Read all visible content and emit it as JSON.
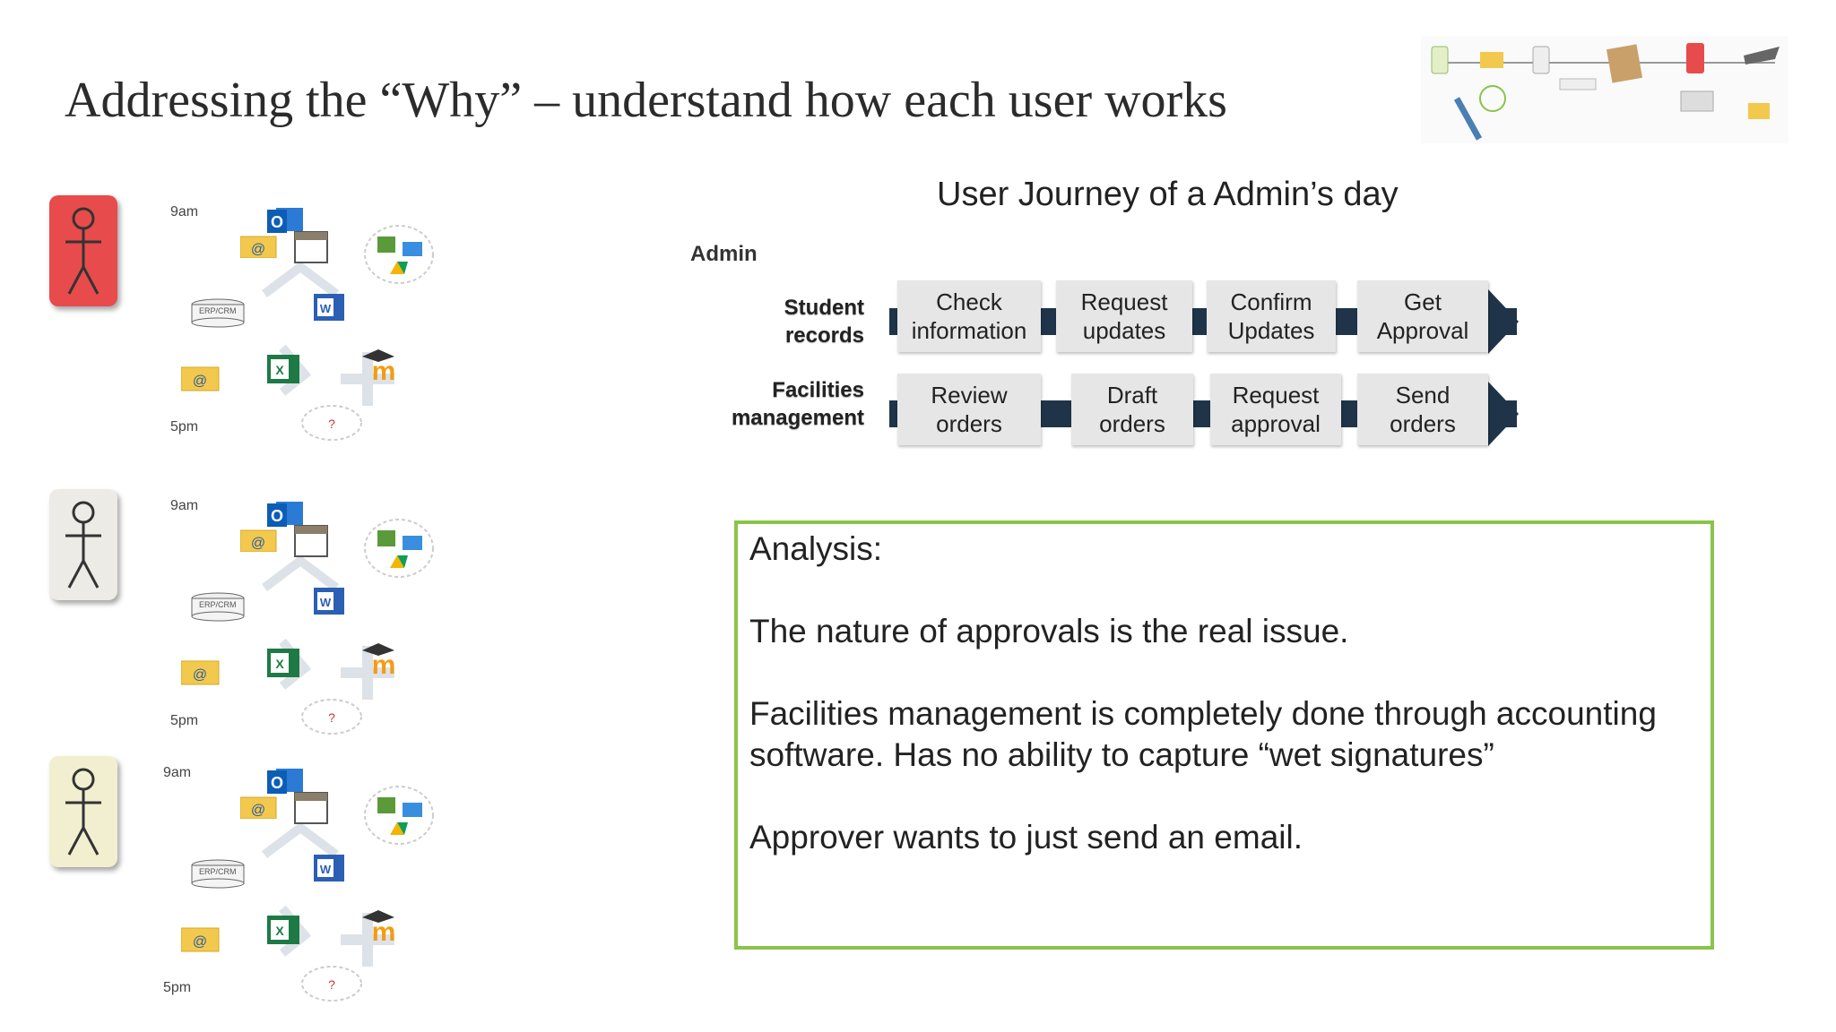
{
  "slide": {
    "title": "Addressing the “Why” – understand how each user works"
  },
  "journey": {
    "title": "User Journey of a Admin’s day",
    "role": "Admin",
    "lanes": [
      {
        "label_line1": "Student",
        "label_line2": "records",
        "steps": [
          {
            "line1": "Check",
            "line2": "information"
          },
          {
            "line1": "Request",
            "line2": "updates"
          },
          {
            "line1": "Confirm",
            "line2": "Updates"
          },
          {
            "line1": "Get",
            "line2": "Approval"
          }
        ]
      },
      {
        "label_line1": "Facilities",
        "label_line2": "management",
        "steps": [
          {
            "line1": "Review",
            "line2": "orders"
          },
          {
            "line1": "Draft",
            "line2": "orders"
          },
          {
            "line1": "Request",
            "line2": "approval"
          },
          {
            "line1": "Send",
            "line2": "orders"
          }
        ]
      }
    ]
  },
  "analysis": {
    "heading": "Analysis:",
    "p1": "The nature of approvals is the real issue.",
    "p2_line1": "Facilities management is completely done through accounting",
    "p2_line2": "software. Has no ability to capture “wet signatures”",
    "p3": "Approver wants to just send an email."
  },
  "personas": [
    {
      "color": "#e84b4b",
      "start": "9am",
      "end": "5pm",
      "erp_label": "ERP/CRM"
    },
    {
      "color": "#ecebe6",
      "start": "9am",
      "end": "5pm",
      "erp_label": "ERP/CRM"
    },
    {
      "color": "#f2efd0",
      "start": "9am",
      "end": "5pm",
      "erp_label": "ERP/CRM"
    }
  ],
  "icons": {
    "word_glyph": "W",
    "excel_glyph": "X",
    "outlook_glyph": "O",
    "email_glyph": "@",
    "unknown_glyph": "?",
    "moodle_glyph": "m"
  },
  "colors": {
    "lane_bar": "#1f3449",
    "step_fill": "#e6e6e6",
    "analysis_border": "#8bc34a"
  }
}
